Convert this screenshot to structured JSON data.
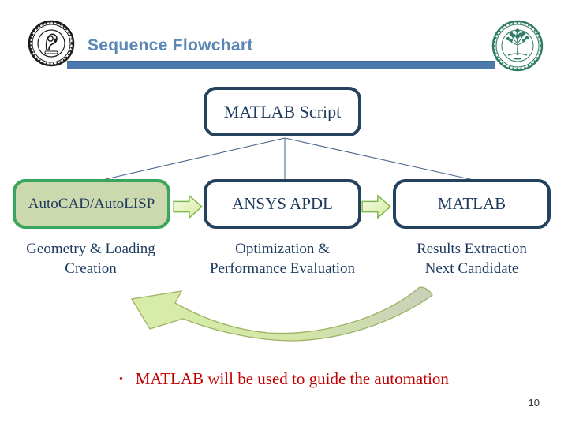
{
  "header": {
    "title": "Sequence Flowchart"
  },
  "flowchart": {
    "root": {
      "label": "MATLAB Script"
    },
    "nodes": [
      {
        "label": "AutoCAD/AutoLISP",
        "caption": "Geometry & Loading\nCreation",
        "accent": "green"
      },
      {
        "label": "ANSYS APDL",
        "caption": "Optimization &\nPerformance Evaluation",
        "accent": "navy"
      },
      {
        "label": "MATLAB",
        "caption": "Results Extraction\nNext Candidate",
        "accent": "navy"
      }
    ]
  },
  "bullet": {
    "marker": "▪",
    "text": "MATLAB will be used to guide the automation"
  },
  "footer": {
    "page_number": "10"
  },
  "icons": {
    "left_seal": "university-seal",
    "right_seal": "college-tree-seal",
    "flow_arrow": "right-block-arrow",
    "loop_arrow": "curved-loop-back-arrow"
  },
  "colors": {
    "title_blue": "#5a86b6",
    "bar_blue": "#4d7aac",
    "navy": "#1d3a5e",
    "navy_border": "#24425e",
    "green_border": "#3aa55c",
    "green_fill": "#ccd8ad",
    "arrow_stroke": "#7fb94d",
    "arrow_fill": "#ddf0ae",
    "loop_fill_left": "#d9eda9",
    "loop_fill_right": "#c8cfba",
    "bullet_red": "#c00000"
  }
}
